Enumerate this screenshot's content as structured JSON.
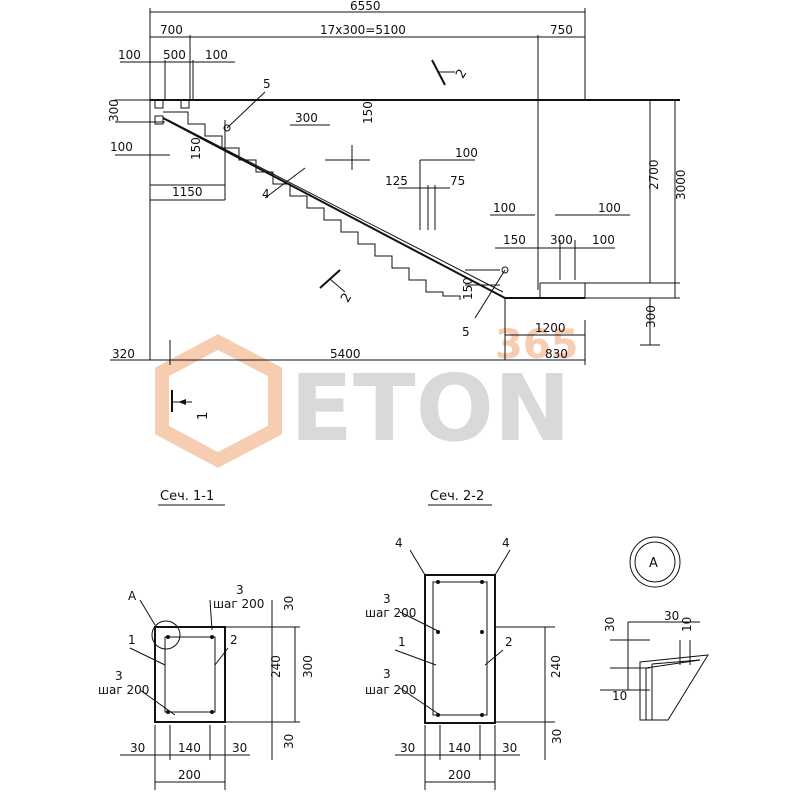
{
  "top_dims": {
    "total": "6550",
    "left": "700",
    "steps": "17x300=5100",
    "right": "750",
    "d100a": "100",
    "d500": "500",
    "d100b": "100",
    "d300v": "300",
    "d100c": "100",
    "d150a": "150",
    "d1150": "1150",
    "d300s": "300",
    "d150s": "150",
    "d100t": "100",
    "d125": "125",
    "d75": "75",
    "d100u": "100",
    "d100w": "100",
    "d150b": "150",
    "d300b": "300",
    "d100x": "100",
    "d2700": "2700",
    "d3000": "3000",
    "d150c": "150",
    "d1200": "1200",
    "d300c": "300",
    "d320": "320",
    "d5400": "5400",
    "d830": "830"
  },
  "markers": {
    "m5a": "5",
    "m5b": "5",
    "m4": "4",
    "sec2a": "2",
    "sec2b": "2",
    "sec1": "1"
  },
  "watermark": {
    "brand": "ETON",
    "sub": "365"
  },
  "section1": {
    "title": "Сеч. 1-1",
    "callA": "A",
    "c3": "3",
    "step_top": "шаг 200",
    "c1": "1",
    "c2": "2",
    "c3b": "3",
    "step_bot": "шаг 200",
    "d30t": "30",
    "d240": "240",
    "d300": "300",
    "d30b": "30",
    "d30l": "30",
    "d140": "140",
    "d30r": "30",
    "d200": "200"
  },
  "section2": {
    "title": "Сеч. 2-2",
    "c4a": "4",
    "c4b": "4",
    "c3": "3",
    "step_top": "шаг 200",
    "c1": "1",
    "c2": "2",
    "c3b": "3",
    "step_bot": "шаг 200",
    "d240": "240",
    "d30b": "30",
    "d30l": "30",
    "d140": "140",
    "d30r": "30",
    "d200": "200"
  },
  "detailA": {
    "label": "A",
    "d30top": "30",
    "d10r": "10",
    "d30l": "30",
    "d10b": "10"
  }
}
